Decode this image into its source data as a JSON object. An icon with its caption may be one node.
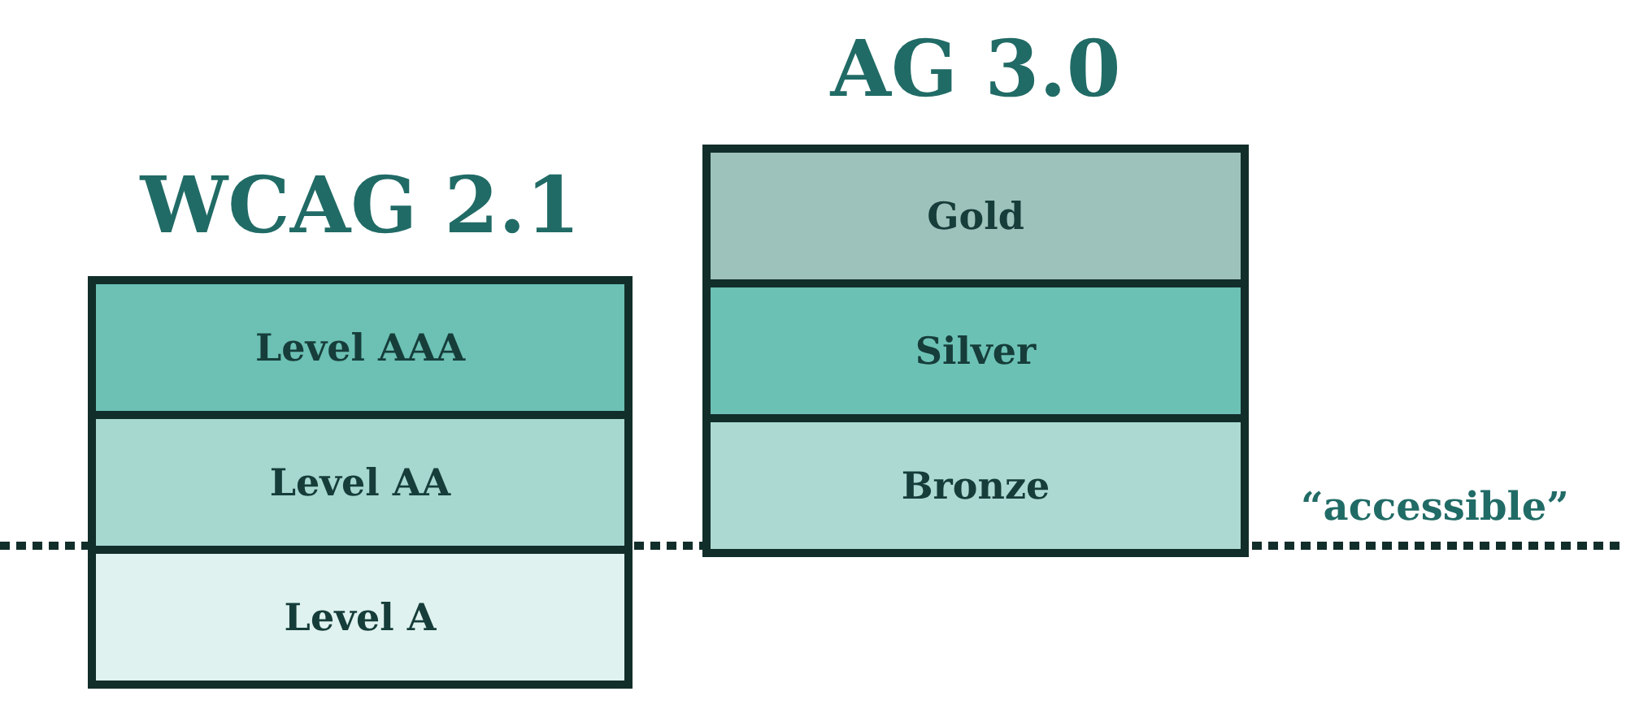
{
  "diagram": {
    "nodes": [
      {
        "text": [
          "WCAG 2.1"
        ]
      },
      {
        "text": [
          "Level AAA"
        ],
        "in": 0
      },
      {
        "text": [
          "Level AA"
        ],
        "in": 0
      },
      {
        "text": [
          "Level A"
        ],
        "in": 0
      },
      {
        "text": [
          "AG 3.0"
        ]
      },
      {
        "text": [
          "Gold"
        ],
        "in": 4
      },
      {
        "text": [
          "Silver"
        ],
        "in": 4
      },
      {
        "text": [
          "Bronze"
        ],
        "in": 4
      }
    ],
    "labels": [
      "“accessible”"
    ]
  }
}
